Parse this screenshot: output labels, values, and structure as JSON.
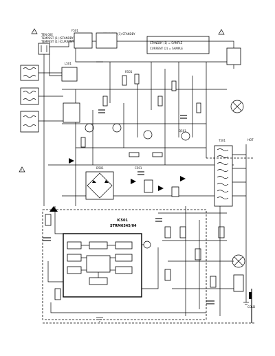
{
  "header": {
    "line1": "TEN 00E",
    "line2": "TEMPEST (1) (STANDBY)",
    "line3": "TEMPEST (1) (CURRENT)",
    "top_label": "ZENA 500 (1) STANDBY"
  },
  "notes": {
    "box_line1": "STANDBY (1) = SAMPLE",
    "box_line2": "CURRENT (2) = SAMPLE"
  },
  "ic": {
    "ref": "IC501",
    "part": "STRM6545/04"
  },
  "labels": {
    "t501": "T501",
    "d501": "D501",
    "c501": "C501",
    "r501": "R501",
    "q501": "Q501",
    "l501": "L501",
    "f501": "F501",
    "right_top": "HOT",
    "right_bottom": "COLD"
  },
  "icons": {
    "warning": "warning-triangle-icon",
    "ground": "ground-icon"
  }
}
